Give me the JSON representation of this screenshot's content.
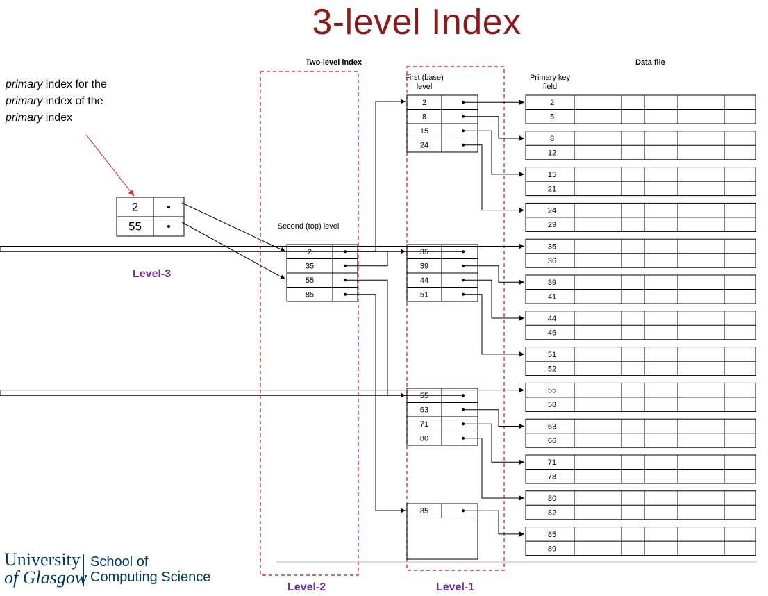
{
  "title": "3-level Index",
  "note": {
    "italic1": "primary",
    "line1_rest": " index for the",
    "italic2": "primary",
    "line2_rest": " index of the",
    "italic3": "primary",
    "line3_rest": " index"
  },
  "labels": {
    "level3": "Level-3",
    "level2": "Level-2",
    "level1": "Level-1",
    "two_level_index": "Two-level index",
    "data_file": "Data file",
    "first_level": "First (base) level",
    "second_level": "Second (top) level",
    "primary_key_field": "Primary key field"
  },
  "level3_block": [
    "2",
    "55"
  ],
  "level2_block": [
    "2",
    "35",
    "55",
    "85"
  ],
  "level1_blocks": [
    [
      "2",
      "8",
      "15",
      "24"
    ],
    [
      "35",
      "39",
      "44",
      "51"
    ],
    [
      "55",
      "63",
      "71",
      "80"
    ],
    [
      "85"
    ]
  ],
  "data_blocks": [
    [
      "2",
      "5"
    ],
    [
      "8",
      "12"
    ],
    [
      "15",
      "21"
    ],
    [
      "24",
      "29"
    ],
    [
      "35",
      "36"
    ],
    [
      "39",
      "41"
    ],
    [
      "44",
      "46"
    ],
    [
      "51",
      "52"
    ],
    [
      "55",
      "58"
    ],
    [
      "63",
      "66"
    ],
    [
      "71",
      "78"
    ],
    [
      "80",
      "82"
    ],
    [
      "85",
      "89"
    ]
  ],
  "colors": {
    "title": "#8b1a1a",
    "level_label": "#7030a0",
    "dashed_box": "#e03030",
    "note_arrow": "#e02020",
    "logo": "#003865"
  },
  "logo": {
    "university": "University",
    "of_glasgow": "of Glasgow",
    "school_line1": "School of",
    "school_line2": "Computing Science"
  }
}
